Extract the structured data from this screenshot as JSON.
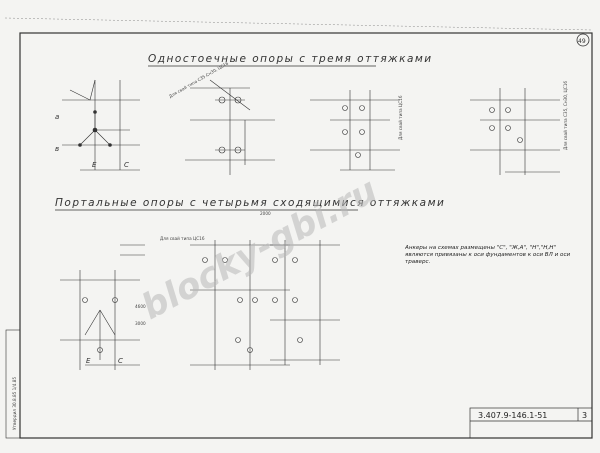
{
  "sheet_number_top": "49",
  "title_top": "Одностоечные опоры с тремя оттяжками",
  "title_bottom": "Портальные опоры с четырьмя сходящимися оттяжками",
  "note": "Анкеры на схемах размещены \"С\", \"Ж,А\", \"Н\",\"Н,Н\" являются привязаны к оси фундаментов к оси ВЛ и оси траверс.",
  "doc_code": "3.407.9-146.1-51",
  "sheet_no": "3",
  "watermark": "blocky-gbi.ru",
  "axis_letters": [
    "а",
    "в",
    "Е",
    "С"
  ],
  "dim_texts": [
    "4600",
    "3000",
    "2000",
    "Е",
    "С"
  ],
  "foundation_labels": [
    "Для свай типа С35.Сн30, ЦС16",
    "Для свай типа ЦС16",
    "Для свай типа С35, Сн30, ЦС16",
    "Для свай типа ЦС16"
  ],
  "left_margin_text": "Утвердил 30.8.85 1/4.85"
}
